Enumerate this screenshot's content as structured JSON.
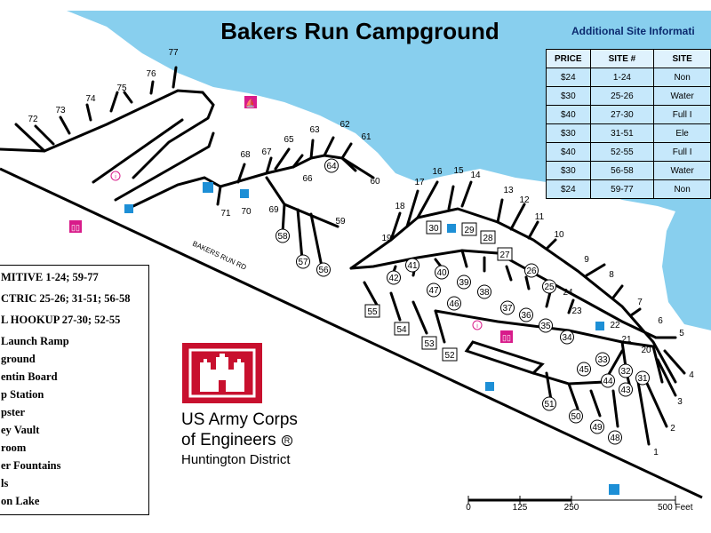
{
  "title": "Bakers Run Campground",
  "info_title": "Additional Site Informati",
  "fees": {
    "headers": [
      "PRICE",
      "SITE #",
      "SITE"
    ],
    "rows": [
      [
        "$24",
        "1-24",
        "Non"
      ],
      [
        "$30",
        "25-26",
        "Water"
      ],
      [
        "$40",
        "27-30",
        "Full I"
      ],
      [
        "$30",
        "31-51",
        "Ele"
      ],
      [
        "$40",
        "52-55",
        "Full I"
      ],
      [
        "$30",
        "56-58",
        "Water"
      ],
      [
        "$24",
        "59-77",
        "Non"
      ]
    ]
  },
  "legend": [
    "MITIVE 1-24; 59-77",
    "CTRIC 25-26; 31-51; 56-58",
    "L HOOKUP 27-30; 52-55",
    "Launch Ramp",
    "ground",
    "entin Board",
    "p Station",
    "pster",
    "ey Vault",
    "room",
    "er Fountains",
    "ls",
    "on Lake"
  ],
  "road_label": "BAKERS RUN RD",
  "logo": {
    "line1": "US Army Corps",
    "line2": "of Engineers",
    "registered": "R",
    "line3": "Huntington District"
  },
  "scale": {
    "ticks": [
      "0",
      "125",
      "250",
      "500 Feet"
    ]
  },
  "site_labels": [
    {
      "id": "1",
      "circle": false
    },
    {
      "id": "2",
      "circle": false
    },
    {
      "id": "3",
      "circle": false
    },
    {
      "id": "4",
      "circle": false
    },
    {
      "id": "5",
      "circle": false
    },
    {
      "id": "6",
      "circle": false
    },
    {
      "id": "7",
      "circle": false
    },
    {
      "id": "8",
      "circle": false
    },
    {
      "id": "9",
      "circle": false
    },
    {
      "id": "10",
      "circle": false
    },
    {
      "id": "11",
      "circle": false
    },
    {
      "id": "12",
      "circle": false
    },
    {
      "id": "13",
      "circle": false
    },
    {
      "id": "14",
      "circle": false
    },
    {
      "id": "15",
      "circle": false
    },
    {
      "id": "16",
      "circle": false
    },
    {
      "id": "17",
      "circle": false
    },
    {
      "id": "18",
      "circle": false
    },
    {
      "id": "19",
      "circle": false
    },
    {
      "id": "20",
      "circle": false
    },
    {
      "id": "21",
      "circle": false
    },
    {
      "id": "22",
      "circle": false
    },
    {
      "id": "23",
      "circle": false
    },
    {
      "id": "24",
      "circle": false
    },
    {
      "id": "25",
      "circle": true
    },
    {
      "id": "26",
      "circle": true
    },
    {
      "id": "27",
      "box": true
    },
    {
      "id": "28",
      "box": true
    },
    {
      "id": "29",
      "box": true
    },
    {
      "id": "30",
      "box": true
    },
    {
      "id": "31",
      "circle": true
    },
    {
      "id": "32",
      "circle": true
    },
    {
      "id": "33",
      "circle": true
    },
    {
      "id": "34",
      "circle": true
    },
    {
      "id": "35",
      "circle": true
    },
    {
      "id": "36",
      "circle": true
    },
    {
      "id": "37",
      "circle": true
    },
    {
      "id": "38",
      "circle": true
    },
    {
      "id": "39",
      "circle": true
    },
    {
      "id": "40",
      "circle": true
    },
    {
      "id": "41",
      "circle": true
    },
    {
      "id": "42",
      "circle": true
    },
    {
      "id": "43",
      "circle": true
    },
    {
      "id": "44",
      "circle": true
    },
    {
      "id": "45",
      "circle": true
    },
    {
      "id": "46",
      "circle": true
    },
    {
      "id": "47",
      "circle": true
    },
    {
      "id": "48",
      "circle": true
    },
    {
      "id": "49",
      "circle": true
    },
    {
      "id": "50",
      "circle": true
    },
    {
      "id": "51",
      "circle": true
    },
    {
      "id": "52",
      "box": true
    },
    {
      "id": "53",
      "box": true
    },
    {
      "id": "54",
      "box": true
    },
    {
      "id": "55",
      "box": true
    },
    {
      "id": "56",
      "circle": true
    },
    {
      "id": "57",
      "circle": true
    },
    {
      "id": "58",
      "circle": true
    },
    {
      "id": "59",
      "circle": false
    },
    {
      "id": "60",
      "circle": false
    },
    {
      "id": "61",
      "circle": false
    },
    {
      "id": "62",
      "circle": false
    },
    {
      "id": "63",
      "circle": false
    },
    {
      "id": "64",
      "circle": true
    },
    {
      "id": "65",
      "circle": false
    },
    {
      "id": "66",
      "circle": false
    },
    {
      "id": "67",
      "circle": false
    },
    {
      "id": "68",
      "circle": false
    },
    {
      "id": "69",
      "circle": false
    },
    {
      "id": "70",
      "circle": false
    },
    {
      "id": "71",
      "circle": false
    },
    {
      "id": "72",
      "circle": false
    },
    {
      "id": "73",
      "circle": false
    },
    {
      "id": "74",
      "circle": false
    },
    {
      "id": "75",
      "circle": false
    },
    {
      "id": "76",
      "circle": false
    },
    {
      "id": "77",
      "circle": false
    }
  ],
  "colors": {
    "water": "#88cfee",
    "road": "#000000",
    "restroom": "#d81b8a",
    "ramp": "#1d8fd6",
    "logo_red": "#c8102e"
  },
  "icons": [
    "restroom-icon",
    "boat-ramp-icon",
    "water-fountain-icon",
    "info-icon",
    "dump-station-icon"
  ]
}
